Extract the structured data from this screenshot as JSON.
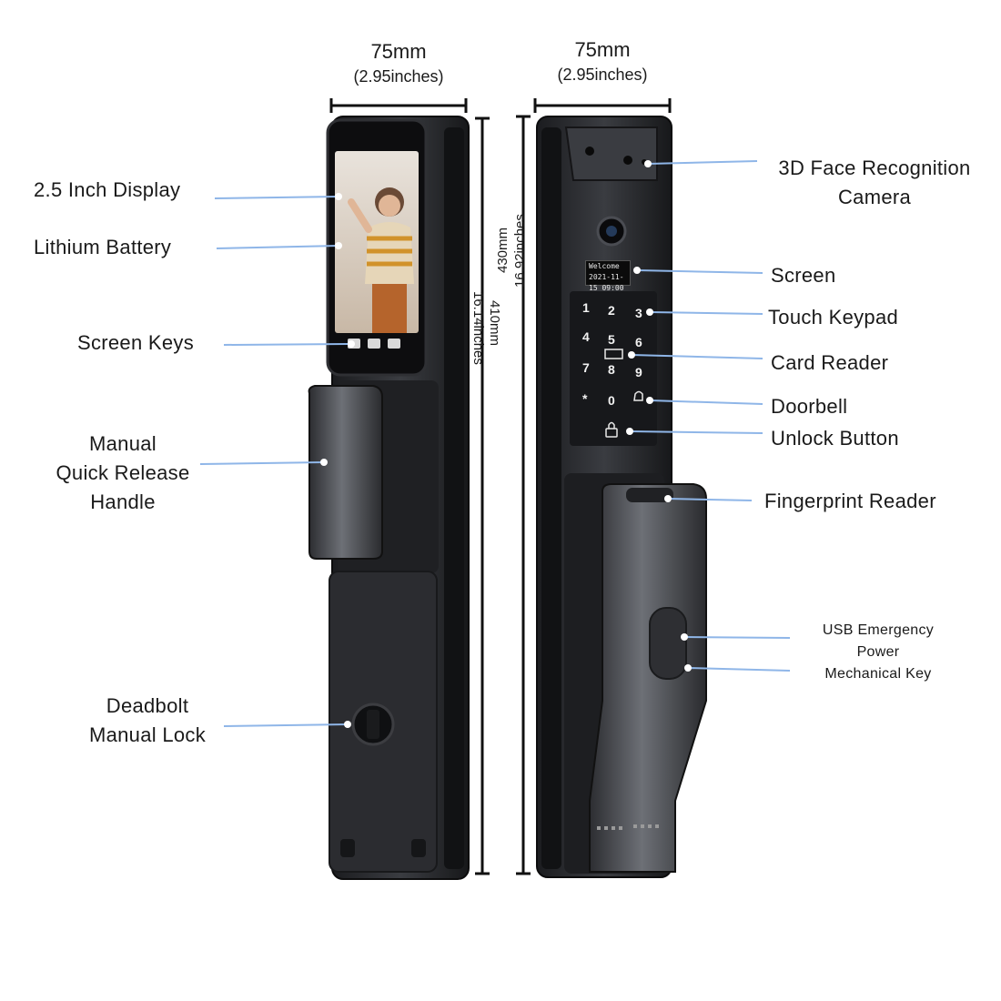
{
  "dimensions": {
    "left_width": "75mm",
    "left_width_in": "(2.95inches)",
    "right_width": "75mm",
    "right_width_in": "(2.95inches)",
    "left_height": "410mm",
    "left_height_in": "16.14inches",
    "right_height": "430mm",
    "right_height_in": "16.92inches"
  },
  "left_labels": {
    "display": "2.5 Inch Display",
    "battery": "Lithium Battery",
    "screen_keys": "Screen Keys",
    "handle_1": "Manual",
    "handle_2": "Quick Release",
    "handle_3": "Handle",
    "deadbolt_1": "Deadbolt",
    "deadbolt_2": "Manual Lock"
  },
  "right_labels": {
    "face_1": "3D Face Recognition",
    "face_2": "Camera",
    "screen": "Screen",
    "keypad": "Touch Keypad",
    "card": "Card Reader",
    "doorbell": "Doorbell",
    "unlock": "Unlock Button",
    "fingerprint": "Fingerprint Reader",
    "usb_1": "USB Emergency",
    "usb_2": "Power",
    "usb_3": "Mechanical Key"
  },
  "lcd": {
    "line1": "Welcome",
    "line2": "2021-11-15 09:00"
  },
  "keypad": {
    "keys": [
      "1",
      "2",
      "3",
      "4",
      "5",
      "6",
      "7",
      "8",
      "9",
      "*",
      "0"
    ]
  },
  "colors": {
    "leader_line": "#8fb6e8",
    "lock_body": "#2a2b2e",
    "accent_dot": "#ffffff"
  }
}
